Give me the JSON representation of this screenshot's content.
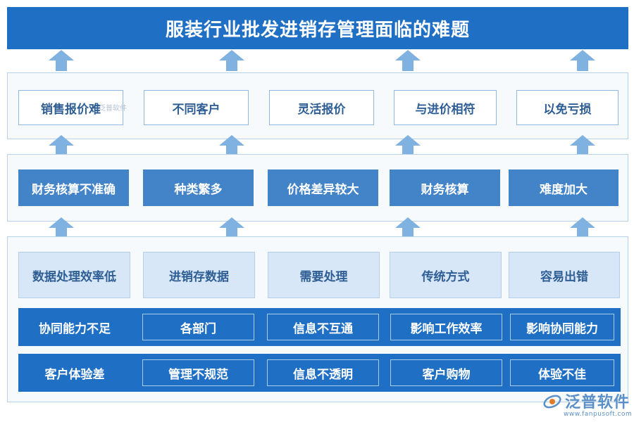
{
  "title": "服装行业批发进销存管理面临的难题",
  "top_row": [
    "销售报价难",
    "不同客户",
    "灵活报价",
    "与进价相符",
    "以免亏损"
  ],
  "middle_row": [
    "财务核算不准确",
    "种类繁多",
    "价格差异较大",
    "财务核算",
    "难度加大"
  ],
  "bottom_row": [
    "数据处理效率低",
    "进销存数据",
    "需要处理",
    "传统方式",
    "容易出错"
  ],
  "band1": {
    "label": "协同能力不足",
    "items": [
      "各部门",
      "信息不互通",
      "影响工作效率",
      "影响协同能力"
    ]
  },
  "band2": {
    "label": "客户体验差",
    "items": [
      "管理不规范",
      "信息不透明",
      "客户购物",
      "体验不佳"
    ]
  },
  "watermark": "泛普软件",
  "logo": {
    "name": "泛普软件",
    "url": "www.fanpusoft.com"
  },
  "colors": {
    "title_bg": "#1f6fc5",
    "arrow": "#7fb2e0",
    "mid_box": "#4384c9",
    "light_box": "#d7e7f8",
    "band": "#1f6fc5"
  }
}
